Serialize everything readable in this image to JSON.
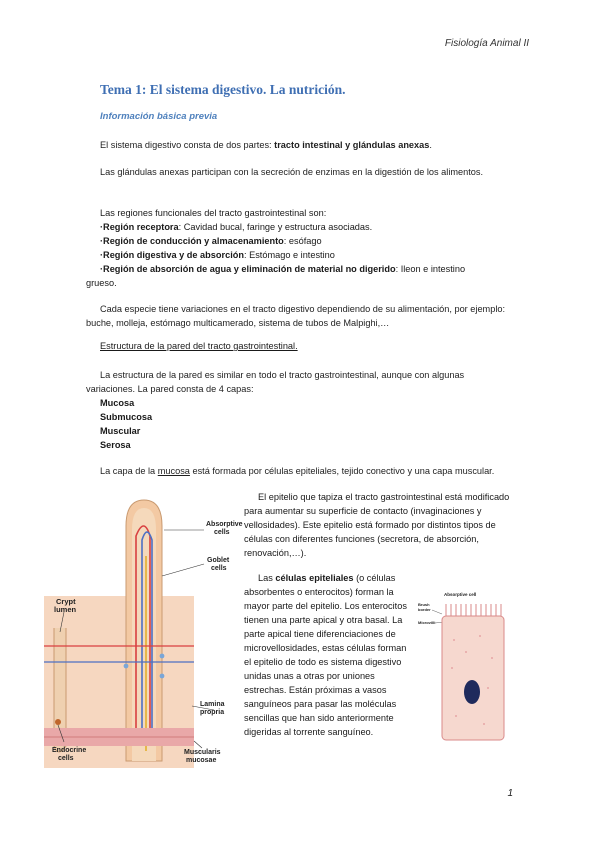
{
  "header": "Fisiología Animal II",
  "title": "Tema 1: El sistema digestivo. La nutrición.",
  "subtitle": "Información básica previa",
  "para1": {
    "pre": "El sistema digestivo consta de dos partes: ",
    "bold": "tracto intestinal y glándulas anexas",
    "post": "."
  },
  "para2": "Las glándulas anexas participan con la secreción de enzimas en la digestión de los alimentos.",
  "regions_intro": "Las regiones funcionales del tracto gastrointestinal son:",
  "regions": [
    {
      "bold": "·Región receptora",
      "text": ": Cavidad bucal, faringe y estructura asociadas."
    },
    {
      "bold": "·Región de conducción y almacenamiento",
      "text": ": esófago"
    },
    {
      "bold": "·Región digestiva y de absorción",
      "text": ": Estómago e intestino"
    },
    {
      "bold": "·Región de absorción de agua y eliminación de material no digerido",
      "text": ": Ileon e intestino"
    }
  ],
  "regions_cont": "grueso.",
  "para3": "Cada especie tiene variaciones en el tracto digestivo dependiendo de su alimentación, por ejemplo: buche, molleja, estómago multicamerado, sistema de tubos de Malpighi,…",
  "section_heading": "Estructura de la pared del tracto gastrointestinal.",
  "para4": "La estructura de la pared es similar en todo el tracto gastrointestinal, aunque con algunas variaciones. La pared consta de 4 capas:",
  "layers": [
    "Mucosa",
    "Submucosa",
    "Muscular",
    "Serosa"
  ],
  "para5": {
    "pre": "La capa de la ",
    "underline": "mucosa",
    "post": " está formada por células epiteliales, tejido conectivo y una capa muscular."
  },
  "para6": "El epitelio que tapiza el tracto gastrointestinal está modificado para aumentar su superficie de contacto (invaginaciones y vellosidades). Este epitelio está formado por distintos tipos de células con diferentes funciones (secretora, de absorción, renovación,…).",
  "para7": {
    "pre": "Las ",
    "bold": "células epiteliales",
    "post": " (o células absorbentes o enterocitos) forman la mayor parte del epitelio. Los enterocitos tienen una parte apical y otra basal. La parte apical tiene diferenciaciones de microvellosidades, estas células forman el epitelio de todo es sistema digestivo unidas unas a otras por uniones estrechas. Están próximas a vasos sanguíneos para pasar las moléculas sencillas que han sido anteriormente digeridas al torrente sanguíneo."
  },
  "figure1_labels": {
    "absorptive": [
      "Absorptive",
      "cells"
    ],
    "goblet": [
      "Goblet",
      "cells"
    ],
    "crypt": [
      "Crypt",
      "lumen"
    ],
    "lamina": [
      "Lamina",
      "propria"
    ],
    "endocrine": [
      "Endocrine",
      "cells"
    ],
    "muscularis": [
      "Muscularis",
      "mucosae"
    ]
  },
  "figure2_labels": {
    "title": "Absorptive cell",
    "brush": [
      "Brush",
      "border"
    ],
    "microvilli": "Microvilli"
  },
  "page_number": "1"
}
